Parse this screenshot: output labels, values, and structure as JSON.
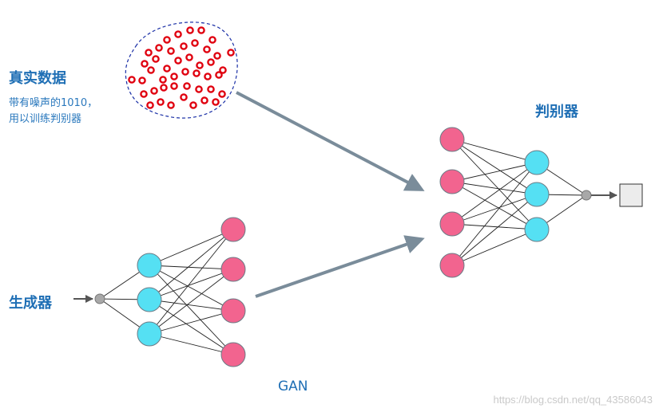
{
  "labels": {
    "real_data_title": "真实数据",
    "real_data_note_line1": "带有噪声的1010，",
    "real_data_note_line2": "用以训练判别器",
    "discriminator": "判别器",
    "generator": "生成器",
    "gan": "GAN"
  },
  "watermark": "https://blog.csdn.net/qq_43586043",
  "colors": {
    "text_blue": "#1f6fb5",
    "input_node": "#55e0f3",
    "output_node": "#f2648f",
    "noise_dot": "#e0000f",
    "cloud_border": "#1a2fa6",
    "arrow": "#7a8c9a",
    "small_connector": "#a8a8a8"
  },
  "generator_network": {
    "input_nodes": 3,
    "output_nodes": 4
  },
  "discriminator_network": {
    "input_nodes": 4,
    "hidden_nodes": 3,
    "output_nodes": 1
  }
}
